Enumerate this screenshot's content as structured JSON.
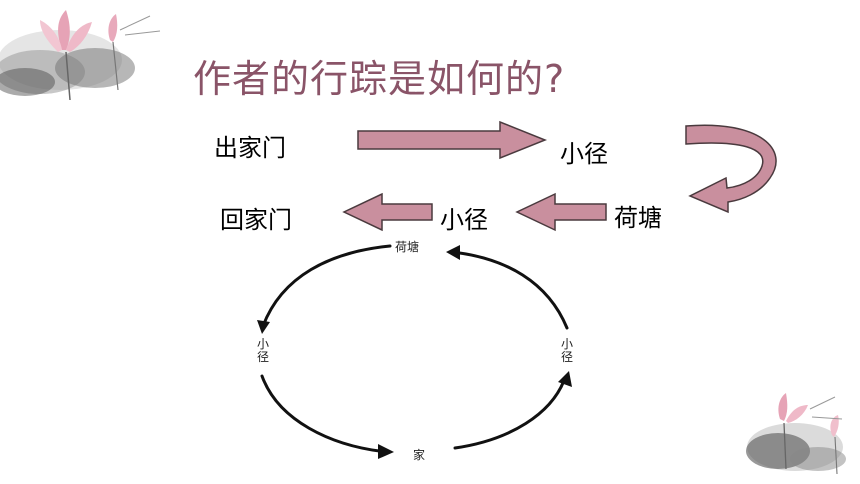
{
  "title": "作者的行踪是如何的?",
  "flow": {
    "start": "出家门",
    "path1": "小径",
    "pond": "荷塘",
    "path2": "小径",
    "end": "回家门"
  },
  "cycle": {
    "top": "荷塘",
    "left": [
      "小",
      "径"
    ],
    "right": [
      "小",
      "径"
    ],
    "bottom": "家"
  },
  "colors": {
    "title": "#8a5468",
    "arrow_fill": "#c98f9e",
    "arrow_stroke": "#4a3a3e"
  },
  "icons": [
    "lotus-painting-top-left",
    "lotus-painting-bottom-right"
  ]
}
